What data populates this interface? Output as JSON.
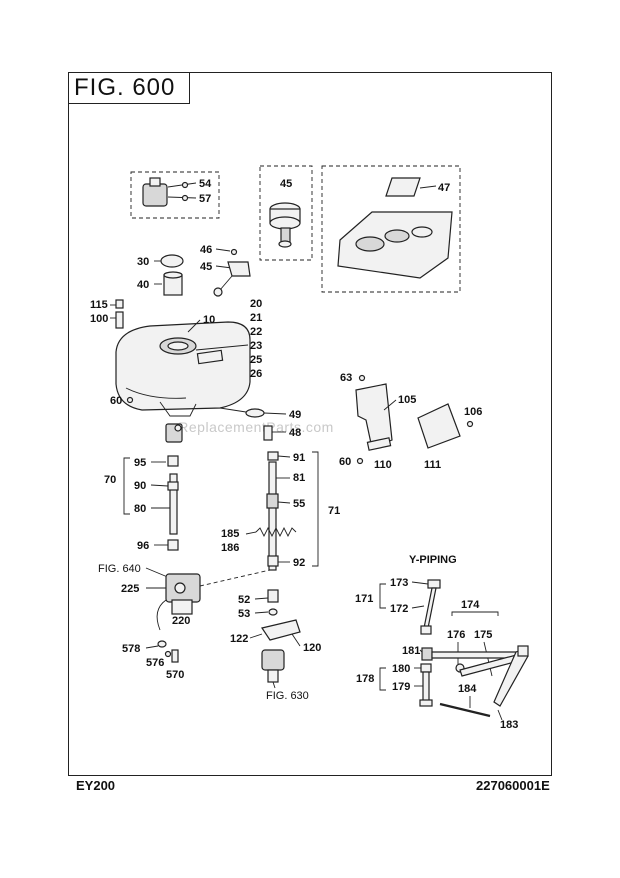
{
  "figure": {
    "title": "FIG. 600",
    "model": "EY200",
    "part_code": "227060001E"
  },
  "watermark": "eReplacementParts.com",
  "subtitle": "Y-PIPING",
  "refs": {
    "fig640": "FIG. 640",
    "fig630": "FIG. 630"
  },
  "labels": {
    "p54": "54",
    "p57": "57",
    "p45a": "45",
    "p47": "47",
    "p46": "46",
    "p45b": "45",
    "p30": "30",
    "p40": "40",
    "p115": "115",
    "p100": "100",
    "p10": "10",
    "p20": "20",
    "p21": "21",
    "p22": "22",
    "p23": "23",
    "p25": "25",
    "p26": "26",
    "p60a": "60",
    "p63": "63",
    "p105": "105",
    "p106": "106",
    "p49": "49",
    "p48": "48",
    "p60b": "60",
    "p110": "110",
    "p111": "111",
    "p95": "95",
    "p70": "70",
    "p90": "90",
    "p80": "80",
    "p96": "96",
    "p91": "91",
    "p81": "81",
    "p55": "55",
    "p71": "71",
    "p185": "185",
    "p186": "186",
    "p92": "92",
    "p225": "225",
    "p220": "220",
    "p52": "52",
    "p53": "53",
    "p122": "122",
    "p120": "120",
    "p578": "578",
    "p576": "576",
    "p570": "570",
    "p173": "173",
    "p171": "171",
    "p172": "172",
    "p174": "174",
    "p176": "176",
    "p175": "175",
    "p181": "181",
    "p180": "180",
    "p178": "178",
    "p179": "179",
    "p184": "184",
    "p183": "183"
  }
}
